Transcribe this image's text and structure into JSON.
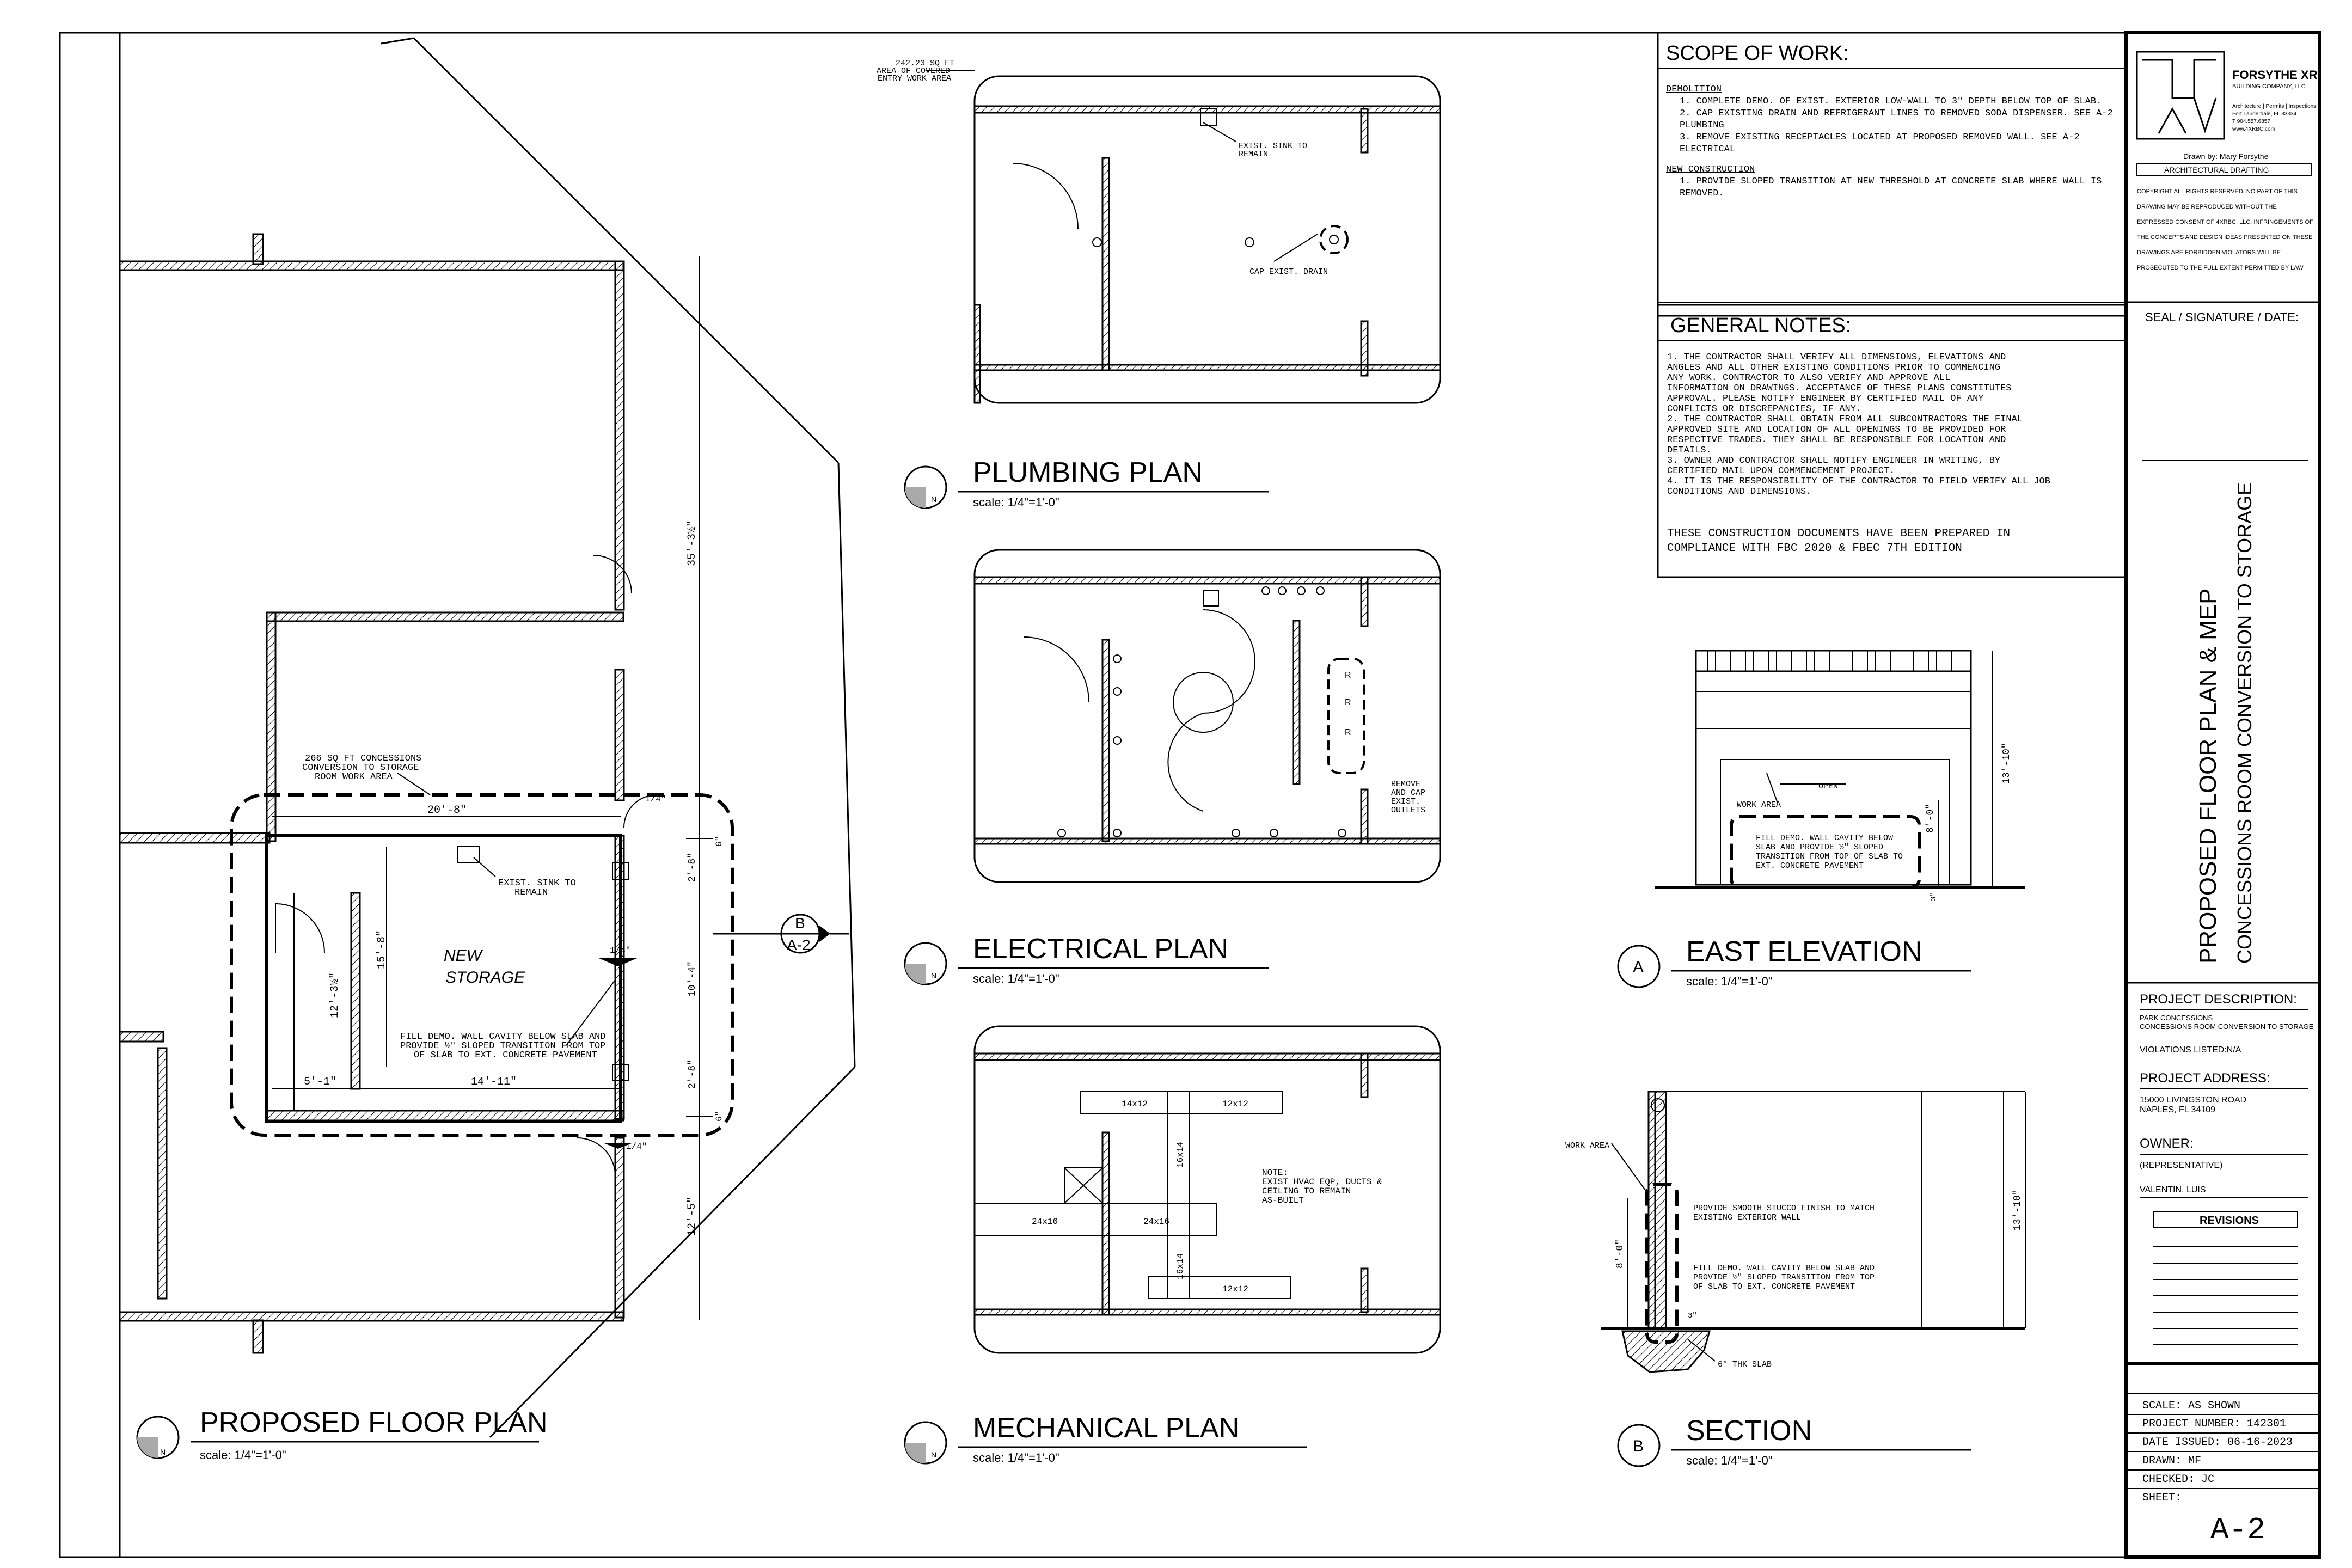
{
  "scope": {
    "title": "SCOPE OF WORK:",
    "demolition_heading": "DEMOLITION",
    "demolition": [
      "1.   COMPLETE DEMO. OF EXIST. EXTERIOR LOW-WALL TO 3\" DEPTH BELOW TOP OF SLAB.",
      "2.   CAP EXISTING DRAIN AND REFRIGERANT LINES TO REMOVED SODA DISPENSER. SEE A-2",
      "       PLUMBING",
      "3.   REMOVE EXISTING  RECEPTACLES LOCATED AT PROPOSED REMOVED WALL. SEE A-2",
      "       ELECTRICAL"
    ],
    "new_heading": "NEW CONSTRUCTION",
    "new": [
      "1.   PROVIDE SLOPED TRANSITION AT NEW THRESHOLD AT CONCRETE SLAB WHERE WALL IS",
      "       REMOVED."
    ]
  },
  "notes": {
    "title": "GENERAL NOTES:",
    "lines": [
      "1.   THE CONTRACTOR SHALL VERIFY ALL DIMENSIONS, ELEVATIONS AND",
      "       ANGLES AND ALL OTHER EXISTING CONDITIONS PRIOR TO COMMENCING",
      "       ANY WORK. CONTRACTOR TO ALSO VERIFY AND APPROVE ALL",
      "       INFORMATION ON DRAWINGS. ACCEPTANCE OF THESE PLANS CONSTITUTES",
      "       APPROVAL. PLEASE NOTIFY ENGINEER BY CERTIFIED MAIL OF ANY",
      "       CONFLICTS OR DISCREPANCIES, IF ANY.",
      "2.   THE CONTRACTOR SHALL OBTAIN FROM ALL SUBCONTRACTORS THE FINAL",
      "       APPROVED SITE AND LOCATION OF ALL OPENINGS TO BE PROVIDED FOR",
      "       RESPECTIVE TRADES.  THEY SHALL BE RESPONSIBLE FOR LOCATION AND",
      "       DETAILS.",
      "3.   OWNER AND CONTRACTOR SHALL NOTIFY ENGINEER IN WRITING, BY",
      "       CERTIFIED MAIL UPON COMMENCEMENT PROJECT.",
      "4.   IT IS THE RESPONSIBILITY OF THE CONTRACTOR TO FIELD VERIFY ALL JOB",
      "       CONDITIONS AND DIMENSIONS."
    ],
    "compliance": [
      "THESE CONSTRUCTION DOCUMENTS HAVE BEEN PREPARED IN",
      "COMPLIANCE WITH FBC 2020 & FBEC 7TH EDITION"
    ]
  },
  "titleblock": {
    "company": "FORSYTHE XR",
    "company_sub": "BUILDING COMPANY, LLC",
    "services": "Architecture | Permits | Inspections",
    "city": "Fort Lauderdale, FL 33334",
    "phone": "T 904.557.6857",
    "web": "www.4XRBC.com",
    "drawn_by": "Drawn by: Mary Forsythe",
    "drafting": "ARCHITECTURAL DRAFTING",
    "copyright": [
      "COPYRIGHT  ALL RIGHTS RESERVED. NO PART OF THIS",
      "DRAWING  MAY  BE  REPRODUCED  WITHOUT  THE",
      "EXPRESSED CONSENT OF 4XRBC, LLC. INFRINGEMENTS OF",
      "THE CONCEPTS AND DESIGN IDEAS PRESENTED ON THESE",
      "DRAWINGS  ARE  FORBIDDEN  VIOLATORS  WILL  BE",
      "PROSECUTED TO THE FULL EXTENT PERMITTED BY LAW."
    ],
    "seal": "SEAL / SIGNATURE / DATE:",
    "sheet_title_1": "PROPOSED FLOOR PLAN & MEP",
    "sheet_title_2": "CONCESSIONS ROOM CONVERSION TO STORAGE",
    "project_desc_label": "PROJECT DESCRIPTION:",
    "project_desc_1": "PARK CONCESSIONS",
    "project_desc_2": "CONCESSIONS ROOM CONVERSION TO STORAGE",
    "violations": "VIOLATIONS LISTED:N/A",
    "address_label": "PROJECT ADDRESS:",
    "address_1": "15000 LIVINGSTON ROAD",
    "address_2": "NAPLES, FL 34109",
    "owner_label": "OWNER:",
    "owner_1": "(REPRESENTATIVE)",
    "owner_2": "VALENTIN, LUIS",
    "revisions": "REVISIONS",
    "scale": "SCALE:   AS SHOWN",
    "project_number": "PROJECT NUMBER: 142301",
    "date_issued": "DATE ISSUED: 06-16-2023",
    "drawn": "DRAWN: MF",
    "checked": "CHECKED: JC",
    "sheet_label": "SHEET:",
    "sheet_number": "A-2"
  },
  "views": {
    "floor": {
      "title": "PROPOSED FLOOR PLAN",
      "scale": "scale:  1/4\"=1'-0\"",
      "badge": "N"
    },
    "plumbing": {
      "title": "PLUMBING PLAN",
      "scale": "scale:  1/4\"=1'-0\"",
      "badge": "N"
    },
    "electrical": {
      "title": "ELECTRICAL PLAN",
      "scale": "scale:  1/4\"=1'-0\"",
      "badge": "N"
    },
    "mechanical": {
      "title": "MECHANICAL PLAN",
      "scale": "scale:  1/4\"=1'-0\"",
      "badge": "N"
    },
    "east": {
      "title": "EAST ELEVATION",
      "scale": "scale:  1/4\"=1'-0\"",
      "badge": "A"
    },
    "section": {
      "title": "SECTION",
      "scale": "scale:  1/4\"=1'-0\"",
      "badge": "B"
    }
  },
  "floor_labels": {
    "area_note_1": "266 SQ FT CONCESSIONS",
    "area_note_2": "CONVERSION TO STORAGE",
    "area_note_3": "ROOM WORK AREA",
    "new": "NEW",
    "storage": "STORAGE",
    "sink_1": "EXIST. SINK TO",
    "sink_2": "REMAIN",
    "fill_1": "FILL DEMO. WALL CAVITY BELOW SLAB AND",
    "fill_2": "PROVIDE ½\" SLOPED TRANSITION FROM TOP",
    "fill_3": "OF SLAB TO EXT. CONCRETE PAVEMENT",
    "dim_20_8": "20'-8\"",
    "dim_15_8": "15'-8\"",
    "dim_12_3": "12'-3½\"",
    "dim_5_1": "5'-1\"",
    "dim_14_11": "14'-11\"",
    "dim_35_3": "35'-3½\"",
    "dim_12_5": "12'-5\"",
    "dim_2_8a": "2'-8\"",
    "dim_10_4": "10'-4\"",
    "dim_2_8b": "2'-8\"",
    "dim_6a": "6\"",
    "dim_6b": "6\"",
    "dim_quarter_a": "1/4\"",
    "dim_quarter_b": "1/4\"",
    "dim_quarter_c": "1/4\"",
    "marker_top": "B",
    "marker_bottom": "A-2"
  },
  "plumbing_labels": {
    "area_1": "242.23 SQ FT",
    "area_2": "AREA OF COVERED",
    "area_3": "ENTRY WORK AREA",
    "sink_1": "EXIST. SINK TO",
    "sink_2": "REMAIN",
    "drain": "CAP EXIST. DRAIN"
  },
  "electrical_labels": {
    "remove_1": "REMOVE",
    "remove_2": "AND CAP",
    "remove_3": "EXIST.",
    "remove_4": "OUTLETS",
    "r": "R"
  },
  "mechanical_labels": {
    "d1": "14x12",
    "d2": "12x12",
    "d3": "16x14",
    "d4": "24x16",
    "d5": "24x16",
    "d6": "16x14",
    "d7": "12x12",
    "note": [
      "NOTE:",
      "EXIST HVAC EQP, DUCTS &",
      "CEILING TO REMAIN",
      "AS-BUILT"
    ]
  },
  "elevation_labels": {
    "open": "OPEN",
    "work_area": "WORK AREA",
    "fill_1": "FILL DEMO. WALL CAVITY BELOW",
    "fill_2": "SLAB AND PROVIDE ½\" SLOPED",
    "fill_3": "TRANSITION FROM TOP OF SLAB TO",
    "fill_4": "EXT. CONCRETE PAVEMENT",
    "dim_13_10": "13'-10\"",
    "dim_8_0": "8'-0\"",
    "dim_3": "3\""
  },
  "section_labels": {
    "work_area": "WORK AREA",
    "stucco_1": "PROVIDE SMOOTH STUCCO FINISH TO MATCH",
    "stucco_2": "EXISTING EXTERIOR WALL",
    "fill_1": "FILL DEMO. WALL CAVITY BELOW SLAB AND",
    "fill_2": "PROVIDE ½\" SLOPED TRANSITION FROM TOP",
    "fill_3": "OF SLAB TO EXT. CONCRETE PAVEMENT",
    "slab": "6\" THK SLAB",
    "dim_13_10": "13'-10\"",
    "dim_8_0": "8'-0\"",
    "dim_3": "3\""
  }
}
